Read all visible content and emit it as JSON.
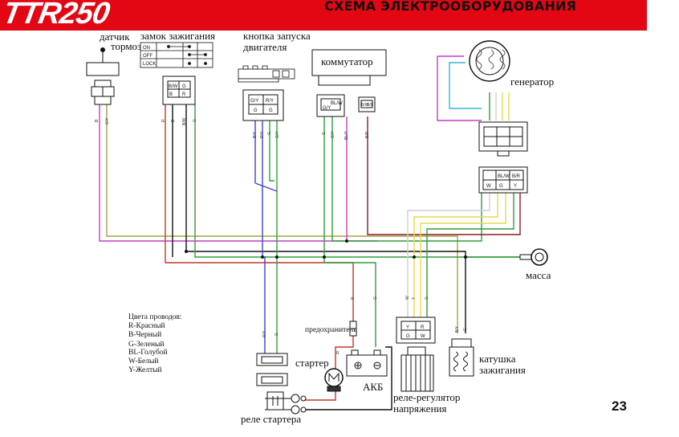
{
  "header": {
    "logo": "TTR250",
    "title": "СХЕМА ЭЛЕКТРООБОРУДОВАНИЯ"
  },
  "page_number": "23",
  "labels": {
    "brake_sensor_1": "датчик",
    "brake_sensor_2": "тормоза",
    "ignition_lock": "замок зажигания",
    "start_button_1": "кнопка запуска",
    "start_button_2": "двигателя",
    "commutator": "коммутатор",
    "generator": "генератор",
    "ground": "масса",
    "fuse": "предохранитель",
    "starter": "стартер",
    "battery": "АКБ",
    "regulator_1": "реле-регулятор",
    "regulator_2": "напряжения",
    "coil_1": "катушка",
    "coil_2": "зажигания",
    "starter_relay": "реле стартера"
  },
  "ignition_switch_rows": [
    "ON",
    "OFF",
    "LOCK"
  ],
  "connector_pins": {
    "lock": [
      "B/W",
      "G",
      "B",
      "R"
    ],
    "button": [
      "G/Y",
      "R/Y",
      "G",
      "G"
    ],
    "commutator_a": [
      "BL/W",
      "G/Y"
    ],
    "commutator_b": [
      "B/W",
      "B/R"
    ],
    "generator_conn": [
      "BL/W",
      "B/R",
      "W",
      "G",
      "Y"
    ],
    "regulator_conn": [
      "Y",
      "R",
      "G",
      "W"
    ]
  },
  "wire_codes": {
    "brake_1": "B",
    "brake_2": "G/Y",
    "lock_1": "R",
    "lock_2": "B",
    "lock_3": "B/W",
    "lock_4": "G",
    "button_1": "B/Y",
    "button_2": "R/Y",
    "button_3": "G",
    "button_4": "G/Y",
    "comm_1": "G",
    "comm_2": "G/Y",
    "comm_3": "BL/Y",
    "comm_4": "B/R",
    "fuse": "R",
    "batt": "G",
    "reg_1": "W",
    "reg_2": "Y",
    "reg_3": "G",
    "coil_1": "B/Y",
    "coil_2": "G",
    "relay_1": "R/Y",
    "relay_2": "G",
    "starter_r": "R"
  },
  "legend": {
    "title": "Цвета проводов:",
    "items": [
      "R-Красный",
      "B-Черный",
      "G-Зеленый",
      "BL-Голубой",
      "W-Белый",
      "Y-Желтый"
    ]
  },
  "colors": {
    "banner": "#e30613",
    "green": "#2e9e3c",
    "red": "#c0392b",
    "black": "#111111",
    "blue": "#3b45c6",
    "yellow": "#e6d84a",
    "white_wire": "#cfcfcf",
    "lightblue": "#38b6d8",
    "magenta": "#c23fc8",
    "olive": "#a9a145",
    "darkred": "#8a1c2c"
  }
}
